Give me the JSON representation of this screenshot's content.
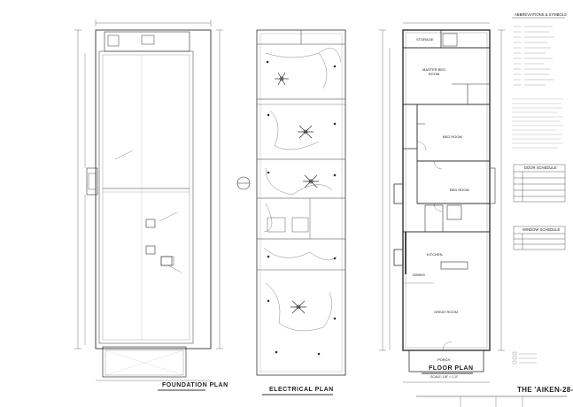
{
  "sheet": {
    "brand": "THE 'AIKEN-28-",
    "sheet_titles": {
      "foundation": "FOUNDATION PLAN",
      "electrical": "ELECTRICAL PLAN",
      "floor": "FLOOR PLAN"
    },
    "scale_note": "SCALE: 1/8\" = 1'-0\""
  },
  "rooms": {
    "storage": "STORAGE",
    "master_bedroom": "MASTER BED ROOM",
    "bed_room_1": "BED ROOM",
    "bed_room_2": "BED ROOM",
    "kitchen": "KITCHEN",
    "dining": "DINING",
    "great_room": "GREAT ROOM",
    "porch": "PORCH"
  },
  "schedules": {
    "abbrev_title": "ABBREVIATIONS & SYMBOLS",
    "door_title": "DOOR SCHEDULE",
    "window_title": "WINDOW SCHEDULE"
  },
  "colors": {
    "line": "#333333",
    "light_line": "#777777",
    "paper": "#ffffff"
  }
}
